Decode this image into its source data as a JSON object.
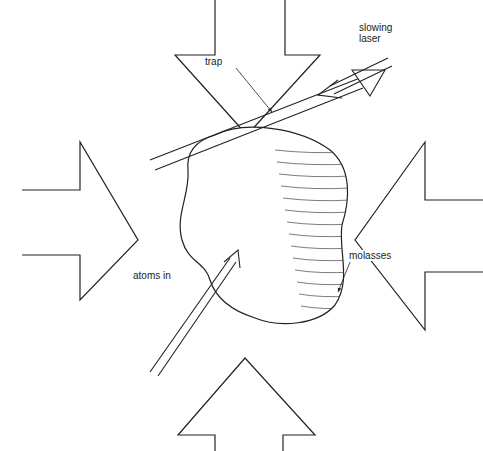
{
  "diagram": {
    "labels": [
      "trap",
      "slowing laser",
      "atoms in",
      "molasses"
    ]
  }
}
